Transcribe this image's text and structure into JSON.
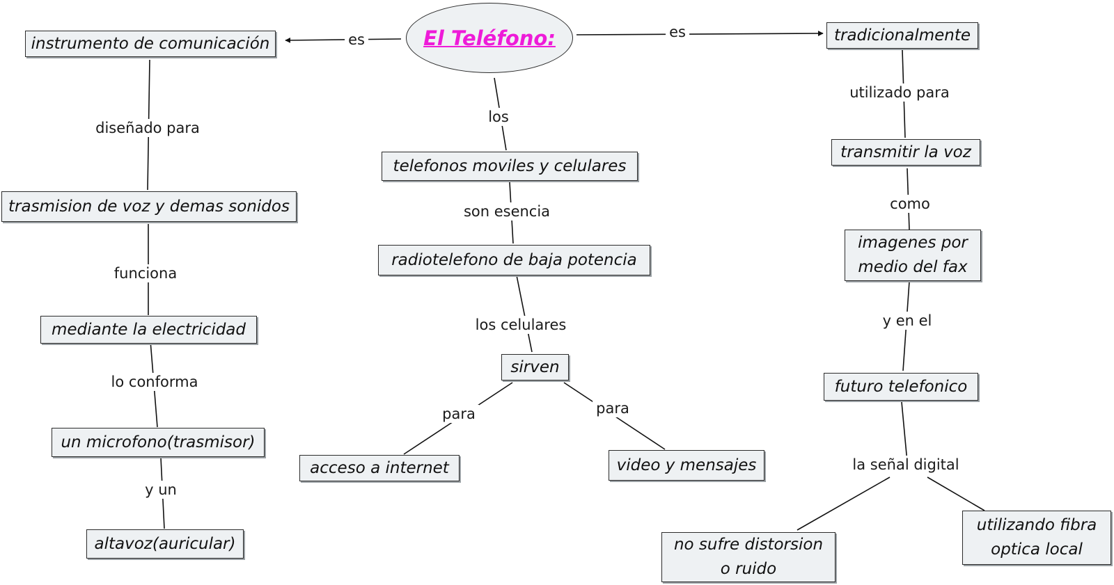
{
  "diagram": {
    "root": "El Teléfono:",
    "nodes": {
      "instrumento": "instrumento de comunicación",
      "tradicionalmente": "tradicionalmente",
      "moviles": "telefonos moviles y celulares",
      "trasmision": "trasmision de voz y demas sonidos",
      "transmitir": "transmitir la voz",
      "radiotelefono": "radiotelefono de baja potencia",
      "imagenes": "imagenes por\nmedio del fax",
      "electricidad": "mediante la electricidad",
      "sirven": "sirven",
      "futuro": "futuro telefonico",
      "microfono": "un microfono(trasmisor)",
      "internet": "acceso a internet",
      "video": "video y mensajes",
      "altavoz": "altavoz(auricular)",
      "distorsion": "no sufre distorsion\no ruido",
      "fibra": "utilizando  fibra\noptica local"
    },
    "links": {
      "es_left": "es",
      "es_right": "es",
      "los": "los",
      "disenado": "diseñado para",
      "utilizado": "utilizado para",
      "son_esencia": "son esencia",
      "funciona": "funciona",
      "como": "como",
      "los_celulares": "los celulares",
      "y_en_el": "y en el",
      "lo_conforma": "lo conforma",
      "para_left": "para",
      "para_right": "para",
      "senal_digital": "la señal digital",
      "y_un": "y un"
    }
  }
}
